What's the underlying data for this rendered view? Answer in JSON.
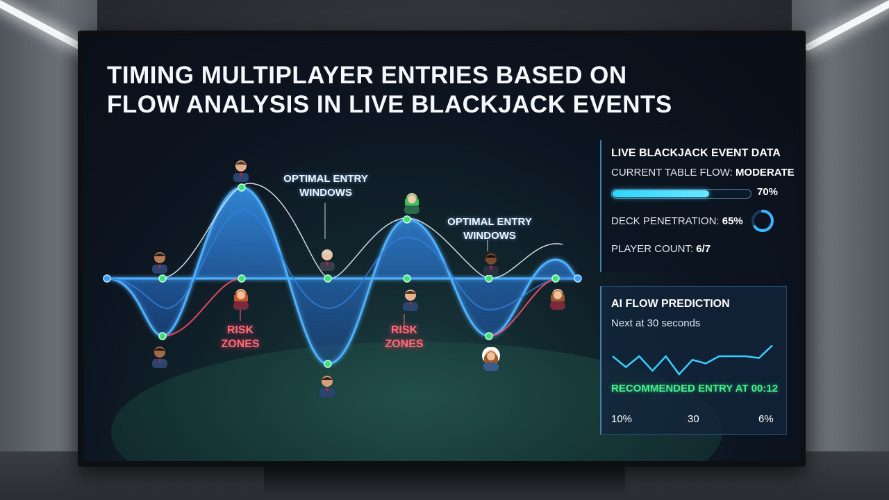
{
  "title": {
    "line1": "TIMING MULTIPLAYER ENTRIES BASED ON",
    "line2": "FLOW ANALYSIS IN LIVE BLACKJACK EVENTS"
  },
  "annotations": {
    "optimal_left": [
      "OPTIMAL ENTRY",
      "WINDOWS"
    ],
    "optimal_right": [
      "OPTIMAL ENTRY",
      "WINDOWS"
    ],
    "risk_left": [
      "RISK",
      "ZONES"
    ],
    "risk_right": [
      "RISK",
      "ZONES"
    ]
  },
  "event_panel": {
    "title": "LIVE BLACKJACK EVENT DATA",
    "flow_label": "CURRENT TABLE FLOW: ",
    "flow_value": "MODERATE",
    "flow_percent_text": "70%",
    "flow_fraction": 0.7,
    "deck_label": "DECK PENETRATION: ",
    "deck_value": "65%",
    "deck_fraction": 0.65,
    "player_label": "PLAYER COUNT: ",
    "player_value": "6/7"
  },
  "prediction_panel": {
    "title": "AI FLOW PREDICTION",
    "subtitle": "Next at 30 seconds",
    "recommendation": "RECOMMENDED ENTRY AT 00:12",
    "axis_left": "10%",
    "axis_mid": "30",
    "axis_right": "6%"
  },
  "chart_data": {
    "type": "line",
    "title": "",
    "series": [
      {
        "values": [
          0.5,
          0.2,
          0.5,
          0.1,
          0.5,
          0.0,
          0.4,
          0.3,
          0.5,
          0.5,
          0.5,
          0.45,
          0.8
        ]
      }
    ]
  },
  "colors": {
    "wave_blue": "#3aa0ff",
    "wave_white": "#e8eef7",
    "risk_red": "#ff4d66",
    "node_green": "#3ee07a",
    "prediction_line": "#34d2ff"
  }
}
